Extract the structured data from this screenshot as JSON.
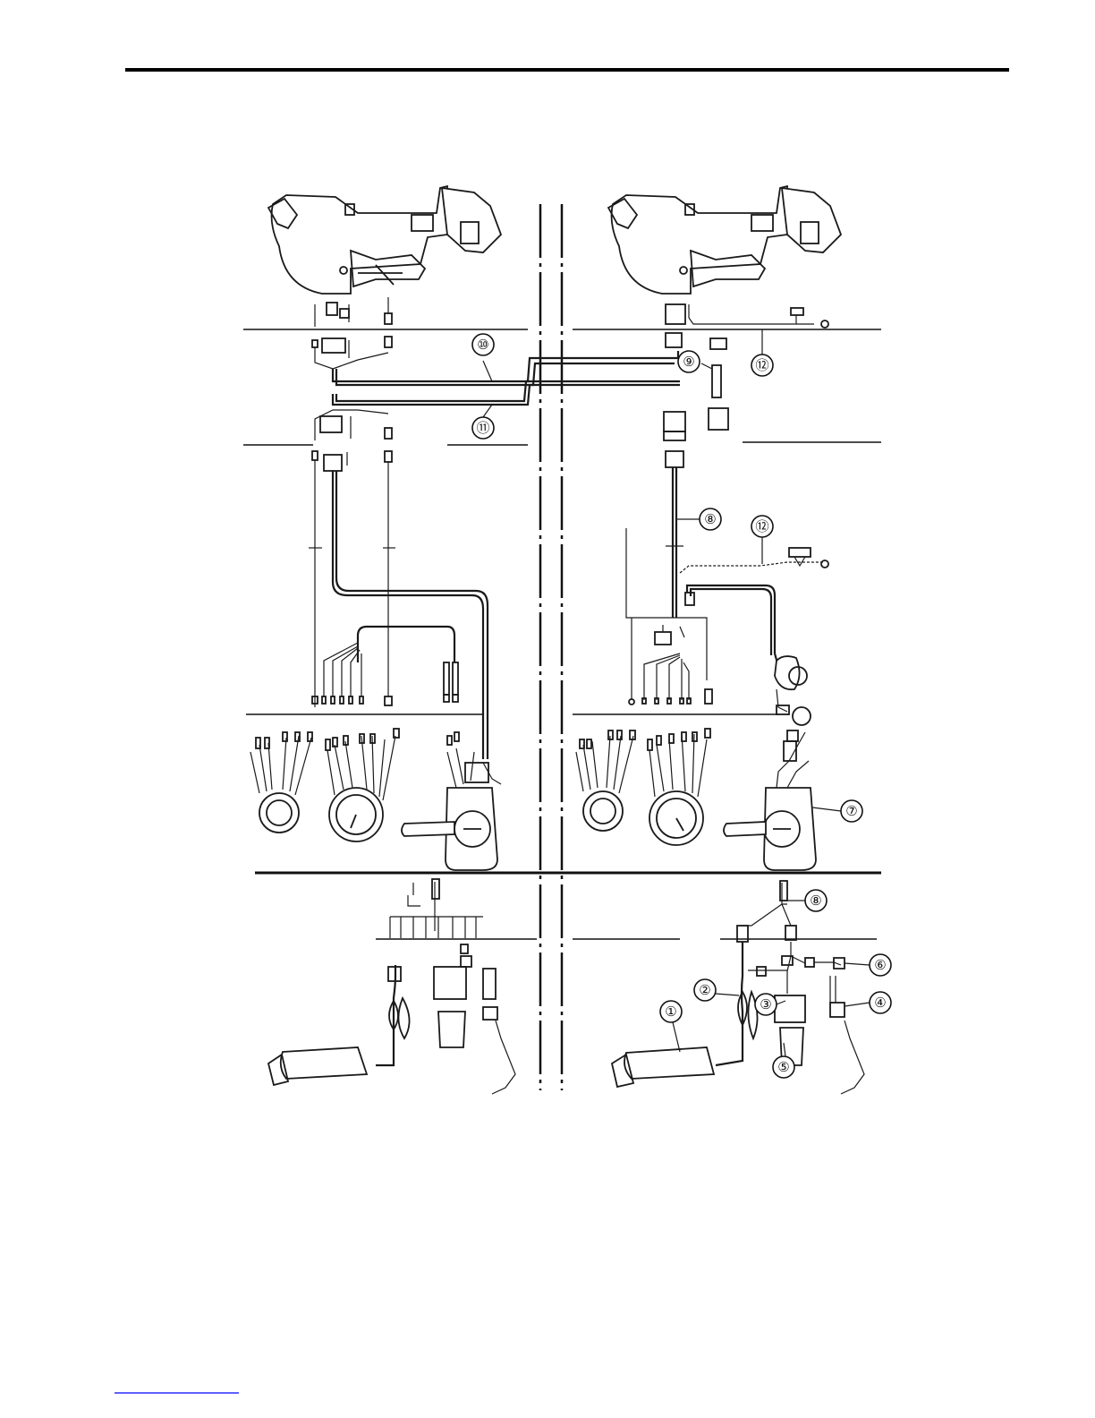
{
  "header": {
    "rule_color": "#000000"
  },
  "footer": {
    "link_color": "#0000ff"
  },
  "diagram": {
    "callouts": {
      "c1": "①",
      "c2": "②",
      "c3": "③",
      "c4": "④",
      "c5": "⑤",
      "c6": "⑥",
      "c7": "⑦",
      "c8a": "⑧",
      "c8b": "⑧",
      "c9": "⑨",
      "c10": "⑩",
      "c11": "⑪",
      "c12a": "⑫",
      "c12b": "⑫"
    }
  }
}
